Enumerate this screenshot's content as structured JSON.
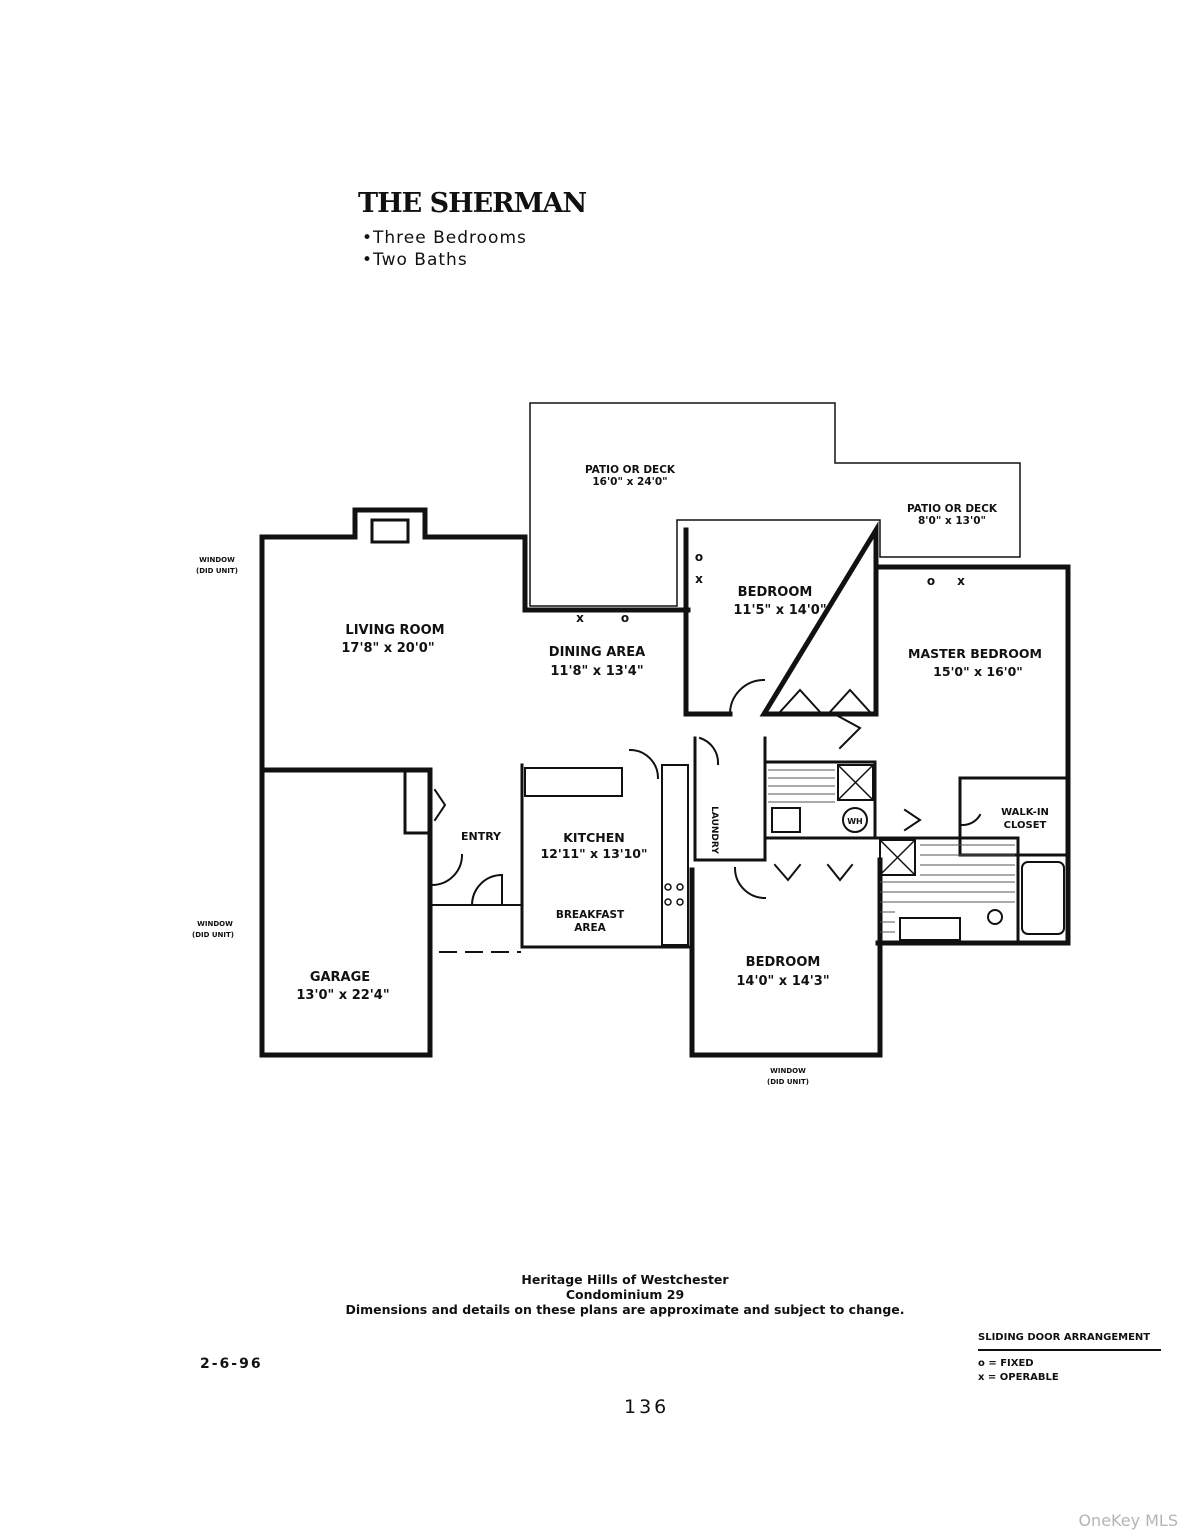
{
  "plan": {
    "title": "THE SHERMAN",
    "features": [
      "•Three Bedrooms",
      "•Two Baths"
    ]
  },
  "rooms": {
    "patio_main": {
      "name": "PATIO OR DECK",
      "dims": "16'0\" x 24'0\""
    },
    "patio_side": {
      "name": "PATIO OR DECK",
      "dims": "8'0\" x 13'0\""
    },
    "bedroom_1": {
      "name": "BEDROOM",
      "dims": "11'5\" x 14'0\""
    },
    "master_bedroom": {
      "name": "MASTER BEDROOM",
      "dims": "15'0\" x 16'0\""
    },
    "living_room": {
      "name": "LIVING ROOM",
      "dims": "17'8\" x 20'0\""
    },
    "dining_area": {
      "name": "DINING AREA",
      "dims": "11'8\" x 13'4\""
    },
    "entry": {
      "name": "ENTRY"
    },
    "kitchen": {
      "name": "KITCHEN",
      "dims": "12'11\" x 13'10\""
    },
    "breakfast": {
      "name": "BREAKFAST",
      "name2": "AREA"
    },
    "laundry": {
      "name": "LAUNDRY"
    },
    "walkin": {
      "name": "WALK-IN",
      "name2": "CLOSET"
    },
    "bedroom_2": {
      "name": "BEDROOM",
      "dims": "14'0\" x 14'3\""
    },
    "garage": {
      "name": "GARAGE",
      "dims": "13'0\" x 22'4\""
    },
    "water_heater": {
      "name": "WH"
    }
  },
  "windows": {
    "label": "WINDOW",
    "sublabel": "(DID UNIT)"
  },
  "door_marks": {
    "fixed": "o",
    "operable": "x"
  },
  "footer": {
    "line1": "Heritage Hills of Westchester",
    "line2": "Condominium 29",
    "line3": "Dimensions and details on these plans are approximate and subject to change.",
    "date": "2-6-96",
    "page": "136"
  },
  "legend": {
    "title": "SLIDING DOOR ARRANGEMENT",
    "fixed": "o = FIXED",
    "operable": "x = OPERABLE"
  },
  "watermark": "OneKey MLS"
}
